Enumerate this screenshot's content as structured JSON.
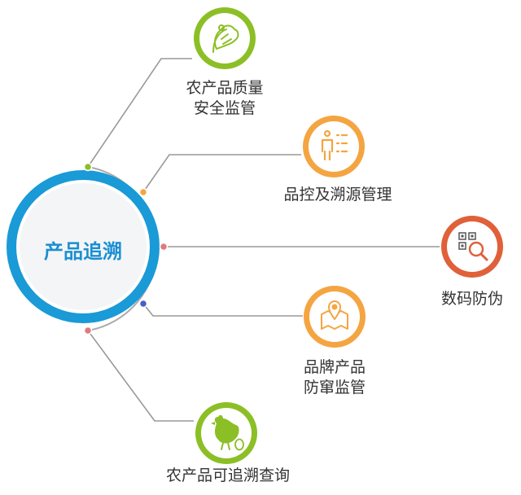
{
  "center": {
    "title": "产品追溯",
    "ring_color": "#1a9ad6"
  },
  "nodes": [
    {
      "id": "agri-safety",
      "lines": [
        "农产品质量",
        "安全监管"
      ],
      "icon": "vegetable-icon",
      "color": "#8cbf26",
      "dot_color": "#8cbf26"
    },
    {
      "id": "quality-trace",
      "lines": [
        "品控及溯源管理"
      ],
      "icon": "person-list-icon",
      "color": "#f4a541",
      "dot_color": "#f4a541"
    },
    {
      "id": "anti-fake",
      "lines": [
        "数码防伪"
      ],
      "icon": "qr-search-icon",
      "color": "#e0603a",
      "dot_color": "#e07a7a"
    },
    {
      "id": "brand-supervise",
      "lines": [
        "品牌产品",
        "防窜监管"
      ],
      "icon": "map-pin-icon",
      "color": "#f4a541",
      "dot_color": "#4a5fc1"
    },
    {
      "id": "agri-query",
      "lines": [
        "农产品可追溯查询"
      ],
      "icon": "chicken-egg-icon",
      "color": "#8cbf26",
      "dot_color": "#e07a7a"
    }
  ]
}
